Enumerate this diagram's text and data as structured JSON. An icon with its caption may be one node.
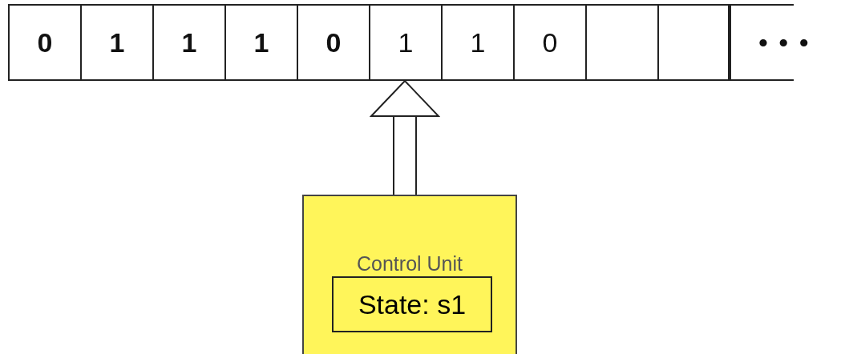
{
  "diagram": {
    "nodes": [
      {
        "text": [
          "0"
        ]
      },
      {
        "text": [
          "1"
        ]
      },
      {
        "text": [
          "1"
        ]
      },
      {
        "text": [
          "1"
        ]
      },
      {
        "text": [
          "0"
        ]
      },
      {
        "text": [
          "1"
        ]
      },
      {
        "text": [
          "1"
        ]
      },
      {
        "text": [
          "0"
        ]
      },
      {
        "text": [],
        "shape": "box"
      },
      {
        "text": [],
        "shape": "box"
      },
      {
        "text": [
          "• • •"
        ]
      },
      {
        "text": [
          "Control Unit"
        ]
      },
      {
        "text": [
          "State: s1"
        ],
        "in": 11
      }
    ],
    "edges": [
      {
        "from": 11,
        "to": 5,
        "arrow": "to"
      }
    ]
  }
}
